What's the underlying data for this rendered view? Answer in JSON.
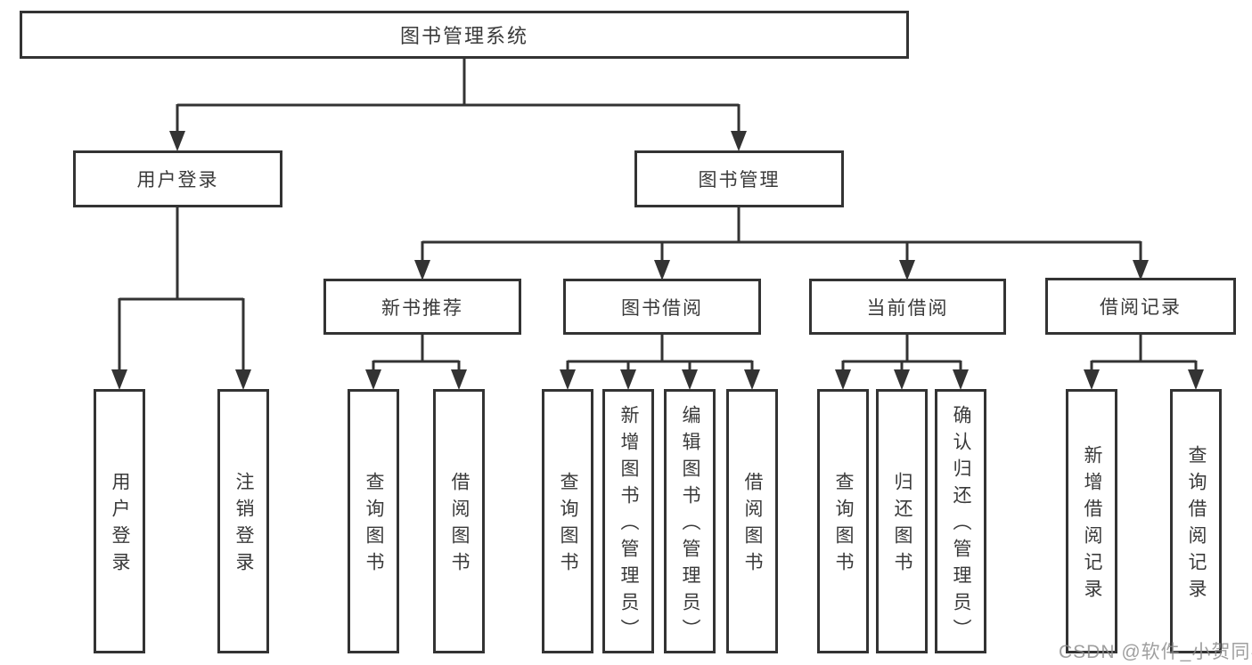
{
  "title": "图书管理系统",
  "tree": {
    "root": {
      "label": "图书管理系统"
    },
    "branches": [
      {
        "label": "用户登录",
        "children": [
          {
            "label": "用户登录"
          },
          {
            "label": "注销登录"
          }
        ]
      },
      {
        "label": "图书管理",
        "children": [
          {
            "label": "新书推荐",
            "children": [
              {
                "label": "查询图书"
              },
              {
                "label": "借阅图书"
              }
            ]
          },
          {
            "label": "图书借阅",
            "children": [
              {
                "label": "查询图书"
              },
              {
                "label": "新增图书（管理员）"
              },
              {
                "label": "编辑图书（管理员）"
              },
              {
                "label": "借阅图书"
              }
            ]
          },
          {
            "label": "当前借阅",
            "children": [
              {
                "label": "查询图书"
              },
              {
                "label": "归还图书"
              },
              {
                "label": "确认归还（管理员）"
              }
            ]
          },
          {
            "label": "借阅记录",
            "children": [
              {
                "label": "新增借阅记录"
              },
              {
                "label": "查询借阅记录"
              }
            ]
          }
        ]
      }
    ]
  },
  "watermark": {
    "text": "CSDN @软件_小贺同学"
  },
  "colors": {
    "line": "#333333",
    "text": "#3a3a3a",
    "background": "#ffffff",
    "watermark": "#8a8a8a"
  }
}
